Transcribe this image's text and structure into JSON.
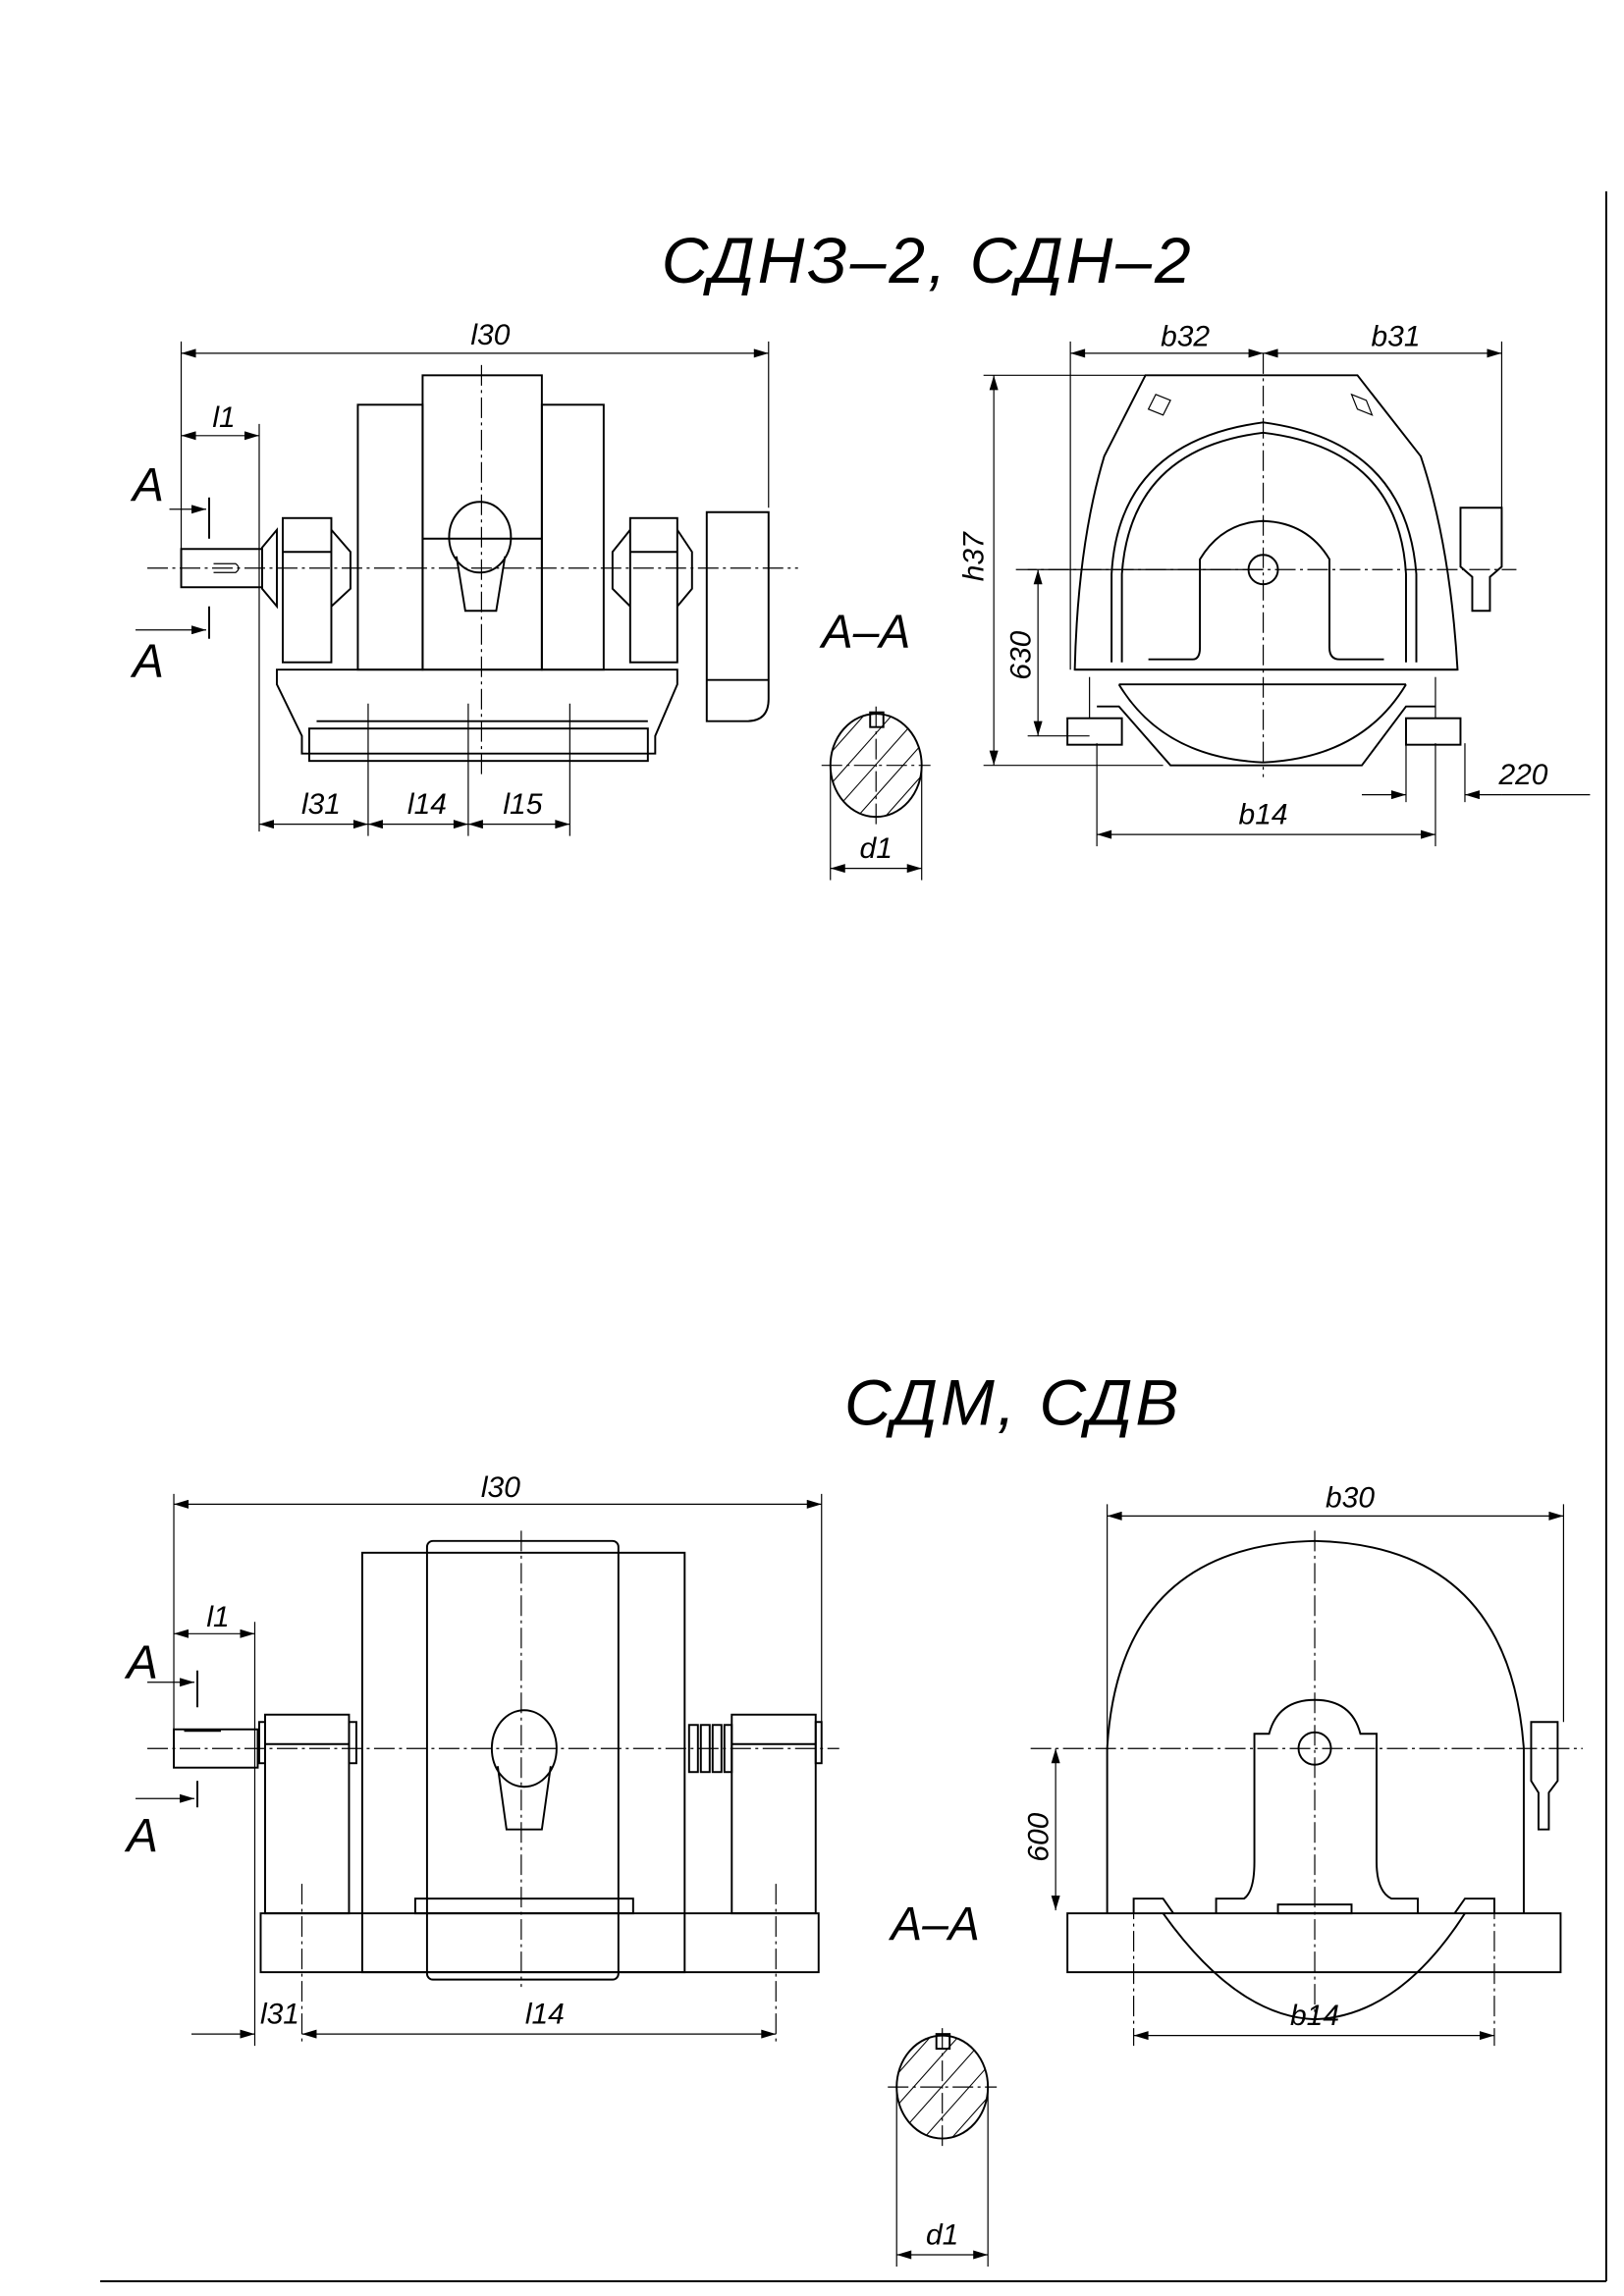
{
  "drawing_top": {
    "title": "СДНЗ–2,   СДН–2",
    "side_view": {
      "l30": "l30",
      "l1": "l1",
      "section_mark_top": "A",
      "section_mark_bottom": "A",
      "l31": "l31",
      "l14": "l14",
      "l15": "l15"
    },
    "end_view": {
      "b32": "b32",
      "b31": "b31",
      "h37": "h37",
      "section_label": "A–A",
      "shaft_height": "630",
      "foot_width": "220",
      "b14": "b14"
    },
    "shaft_section": {
      "d1": "d1"
    }
  },
  "drawing_bottom": {
    "title": "СДМ,   СДВ",
    "side_view": {
      "l30": "l30",
      "l1": "l1",
      "section_mark_top": "A",
      "section_mark_bottom": "A",
      "l31": "l31",
      "l14": "l14"
    },
    "end_view": {
      "b30": "b30",
      "shaft_height": "600",
      "section_label": "A–A",
      "b14": "b14"
    },
    "shaft_section": {
      "d1": "d1"
    }
  }
}
